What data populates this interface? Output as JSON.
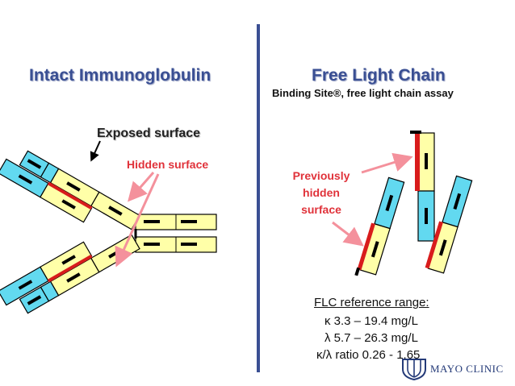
{
  "left_panel": {
    "title": "Intact Immunoglobulin",
    "exposed_label": "Exposed surface",
    "hidden_label": "Hidden surface"
  },
  "right_panel": {
    "title": "Free Light Chain",
    "subtitle": "Binding Site®, free light chain assay",
    "previously_hidden_label": [
      "Previously",
      "hidden",
      "surface"
    ],
    "reference": {
      "heading": "FLC reference range:",
      "kappa": "κ  3.3 – 19.4 mg/L",
      "lambda": "λ  5.7 – 26.3 mg/L",
      "ratio": "κ/λ  ratio 0.26 - 1.65"
    }
  },
  "logo": {
    "text": "MAYO CLINIC"
  },
  "colors": {
    "title_blue": "#3a4f93",
    "constant_yellow": "#ffffa8",
    "variable_cyan": "#62d9f0",
    "hidden_red": "#d81c1c",
    "arrow_pink": "#f4919c",
    "label_red": "#e0323a"
  }
}
